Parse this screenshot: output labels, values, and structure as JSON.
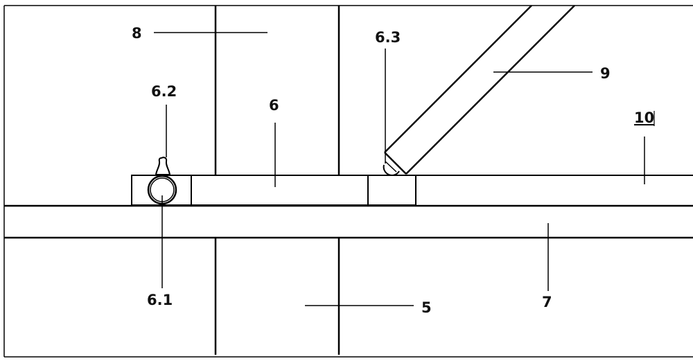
{
  "labels": {
    "l8": "8",
    "l6_2": "6.2",
    "l6": "6",
    "l6_3": "6.3",
    "l9": "9",
    "l10": "10",
    "l6_1": "6.1",
    "l5": "5",
    "l7": "7"
  }
}
